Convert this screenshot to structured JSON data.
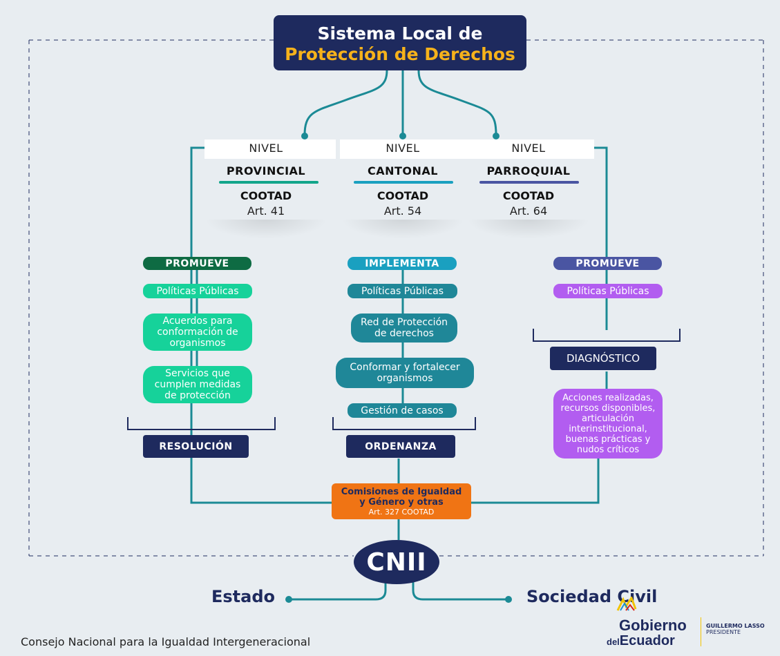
{
  "title": {
    "line1": "Sistema Local de",
    "line2": "Protección de Derechos"
  },
  "levels": [
    {
      "nivel": "NIVEL",
      "name": "PROVINCIAL",
      "cootad": "COOTAD",
      "art": "Art. 41",
      "color": "#12a58a"
    },
    {
      "nivel": "NIVEL",
      "name": "CANTONAL",
      "cootad": "COOTAD",
      "art": "Art. 54",
      "color": "#1aa0c0"
    },
    {
      "nivel": "NIVEL",
      "name": "PARROQUIAL",
      "cootad": "COOTAD",
      "art": "Art. 64",
      "color": "#4a55a2"
    }
  ],
  "provincial": {
    "action": "PROMUEVE",
    "items": [
      "Políticas Públicas",
      "Acuerdos para conformación de organismos",
      "Servicios que cumplen medidas de protección"
    ],
    "result": "RESOLUCIÓN"
  },
  "cantonal": {
    "action": "IMPLEMENTA",
    "items": [
      "Políticas Públicas",
      "Red de Protección de derechos",
      "Conformar y fortalecer organismos",
      "Gestión de casos"
    ],
    "result": "ORDENANZA"
  },
  "parroquial": {
    "action": "PROMUEVE",
    "items": [
      "Políticas Públicas"
    ],
    "result": "DIAGNÓSTICO",
    "detail": "Acciones realizadas, recursos disponibles, articulación interinstitucional, buenas prácticas y nudos críticos"
  },
  "commissions": {
    "line1": "Comisiones de Igualdad",
    "line2": "y Género y otras",
    "art": "Art. 327 COOTAD"
  },
  "cnii": "CNII",
  "bottom": {
    "left": "Estado",
    "right": "Sociedad Civil"
  },
  "footer": "Consejo Nacional para la Igualdad Intergeneracional",
  "logo": {
    "word1": "Gobierno",
    "word2_prefix": "del",
    "word2": "Ecuador",
    "president": "GUILLERMO LASSO",
    "role": "PRESIDENTE"
  },
  "colors": {
    "navy": "#1e2a5e",
    "gold": "#f6b21b",
    "teal_line": "#1b8a95",
    "prov_dark": "#0e6b43",
    "prov_light": "#16d29a",
    "cant_dark": "#1aa0c0",
    "cant_mid": "#1f8798",
    "parr_dark": "#4a55a2",
    "parr_light": "#b25df0",
    "orange": "#f07414"
  }
}
